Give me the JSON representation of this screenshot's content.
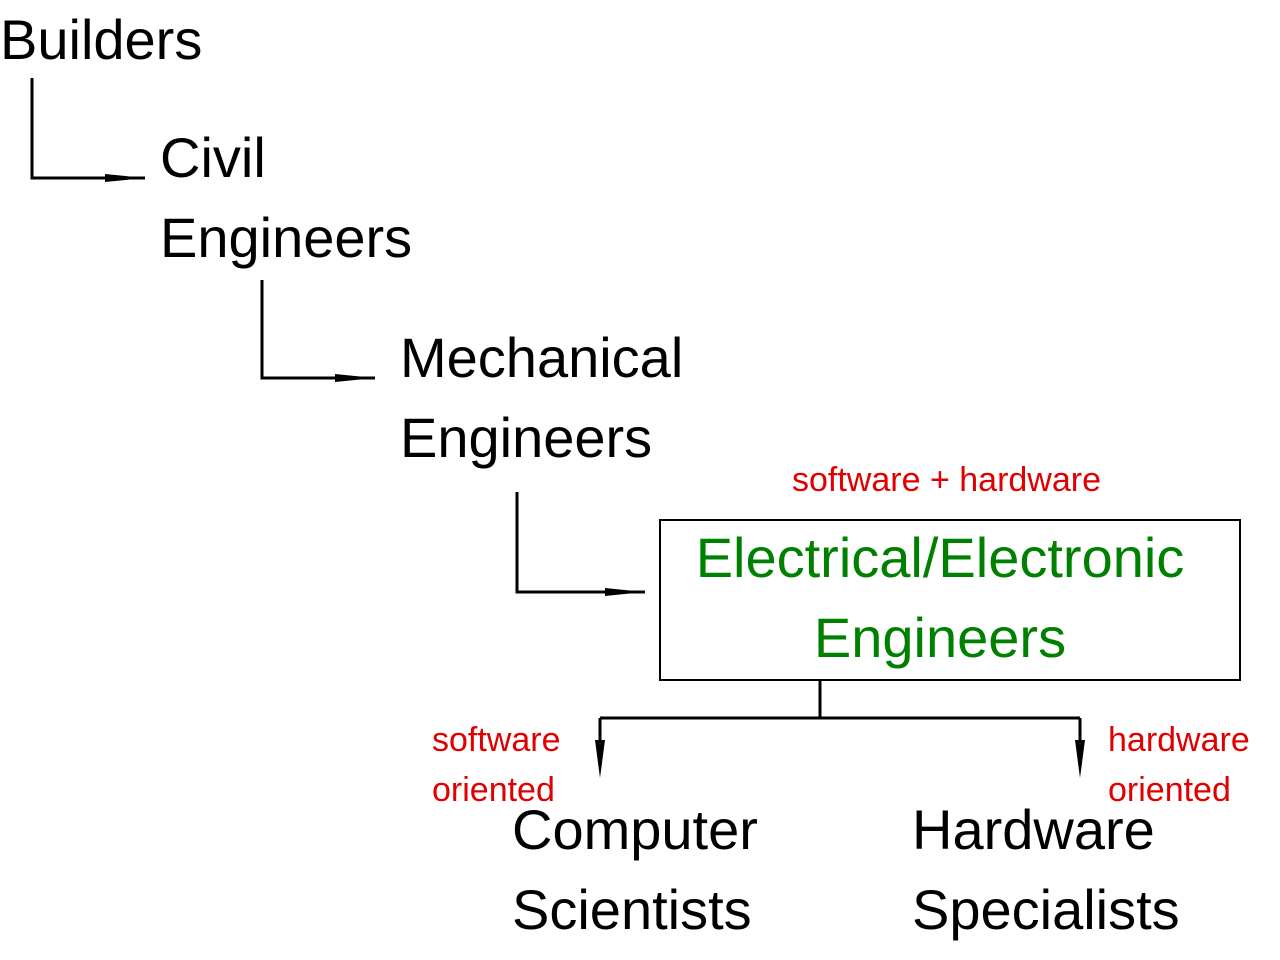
{
  "colors": {
    "text": "#000000",
    "line": "#000000",
    "highlight_node": "#008000",
    "annotation": "#e00000"
  },
  "nodes": {
    "builders": {
      "line1": "Builders"
    },
    "civil": {
      "line1": "Civil",
      "line2": "Engineers"
    },
    "mechanical": {
      "line1": "Mechanical",
      "line2": "Engineers"
    },
    "electrical": {
      "line1": "Electrical/Electronic",
      "line2": "Engineers"
    },
    "computer": {
      "line1": "Computer",
      "line2": "Scientists"
    },
    "hardware": {
      "line1": "Hardware",
      "line2": "Specialists"
    }
  },
  "annotations": {
    "both": "software + hardware",
    "software": {
      "line1": "software",
      "line2": "oriented"
    },
    "hardware": {
      "line1": "hardware",
      "line2": "oriented"
    }
  },
  "edges": [
    {
      "from": "builders",
      "to": "civil"
    },
    {
      "from": "civil",
      "to": "mechanical"
    },
    {
      "from": "mechanical",
      "to": "electrical"
    },
    {
      "from": "electrical",
      "to": "computer"
    },
    {
      "from": "electrical",
      "to": "hardware"
    }
  ]
}
